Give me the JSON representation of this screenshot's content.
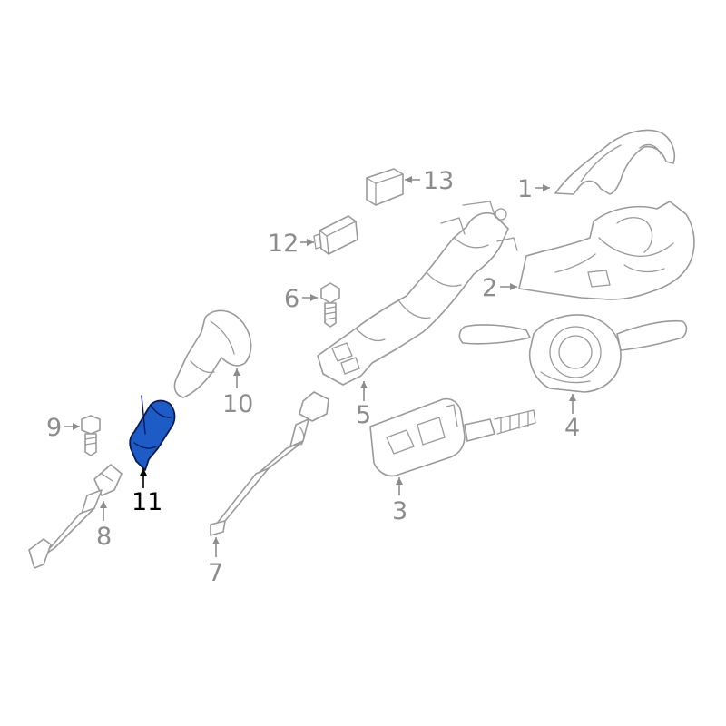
{
  "colors": {
    "outline": "#9a9a9a",
    "label": "#8c8c8c",
    "highlight_fill": "#1d5bc6",
    "highlight_stroke": "#0b1a55",
    "highlight_label": "#000000"
  },
  "callouts": [
    {
      "id": "1",
      "label": "1",
      "part": "upper-column-cover"
    },
    {
      "id": "2",
      "label": "2",
      "part": "lower-column-cover"
    },
    {
      "id": "3",
      "label": "3",
      "part": "ignition-lock"
    },
    {
      "id": "4",
      "label": "4",
      "part": "combination-switch"
    },
    {
      "id": "5",
      "label": "5",
      "part": "steering-column"
    },
    {
      "id": "6",
      "label": "6",
      "part": "column-bolt"
    },
    {
      "id": "7",
      "label": "7",
      "part": "steering-shaft"
    },
    {
      "id": "8",
      "label": "8",
      "part": "intermediate-shaft"
    },
    {
      "id": "9",
      "label": "9",
      "part": "shaft-bolt"
    },
    {
      "id": "10",
      "label": "10",
      "part": "boot-seal"
    },
    {
      "id": "11",
      "label": "11",
      "part": "highlighted-bracket",
      "highlighted": true
    },
    {
      "id": "12",
      "label": "12",
      "part": "module-connector"
    },
    {
      "id": "13",
      "label": "13",
      "part": "relay-module"
    }
  ]
}
